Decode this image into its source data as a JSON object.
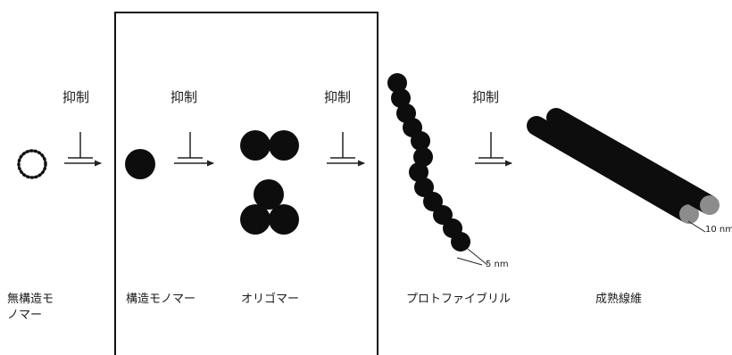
{
  "inhibit_label": "抑制",
  "stages": {
    "unstructured_monomer": "無構造モ\nノマー",
    "structured_monomer": "構造モノマー",
    "oligomer": "オリゴマー",
    "protofibril": "プロトファイブリル",
    "mature_fibril": "成熟線維"
  },
  "dimensions": {
    "protofibril_width": "5 nm",
    "fibril_width": "10 nm"
  },
  "colors": {
    "particle": "#0d0d0d",
    "fibril_end": "#8c8c8c",
    "line": "#222222"
  }
}
